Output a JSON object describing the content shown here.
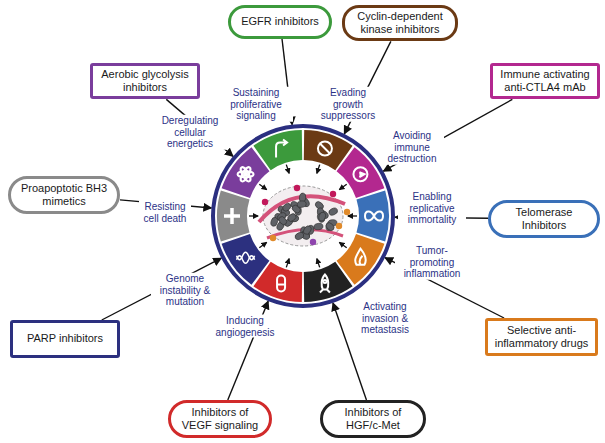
{
  "diagram": {
    "nodes": [
      {
        "text": [
          "EGFR inhibitors"
        ]
      },
      {
        "text": [
          "Cyclin-dependent kinase inhibitors"
        ]
      },
      {
        "text": [
          "Aerobic glycolysis inhibitors"
        ]
      },
      {
        "text": [
          "Immune activating anti-CTLA4 mAb"
        ]
      },
      {
        "text": [
          "Proapoptotic BH3 mimetics"
        ]
      },
      {
        "text": [
          "Telomerase Inhibitors"
        ]
      },
      {
        "text": [
          "PARP inhibitors"
        ]
      },
      {
        "text": [
          "Selective anti-inflammatory drugs"
        ]
      },
      {
        "text": [
          "Inhibitors of VEGF signaling"
        ]
      },
      {
        "text": [
          "Inhibitors of HGF/c-Met"
        ]
      },
      {
        "text": [
          "Sustaining proliferative signaling",
          "Evading growth suppressors",
          "Avoiding immune destruction",
          "Enabling replicative immortality",
          "Tumor-promoting inflammation",
          "Activating invasion & metastasis",
          "Inducing angiogenesis",
          "Genome instability & mutation",
          "Resisting cell death",
          "Deregulating cellular energetics"
        ]
      }
    ],
    "edges": [
      {
        "from": 0,
        "to": 10,
        "arrow": "to"
      },
      {
        "from": 1,
        "to": 10,
        "arrow": "to"
      },
      {
        "from": 2,
        "to": 10,
        "arrow": "to"
      },
      {
        "from": 3,
        "to": 10,
        "arrow": "to"
      },
      {
        "from": 4,
        "to": 10,
        "arrow": "to"
      },
      {
        "from": 5,
        "to": 10,
        "arrow": "to"
      },
      {
        "from": 6,
        "to": 10,
        "arrow": "to"
      },
      {
        "from": 7,
        "to": 10,
        "arrow": "to"
      },
      {
        "from": 8,
        "to": 10,
        "arrow": "to"
      },
      {
        "from": 9,
        "to": 10,
        "arrow": "to"
      }
    ]
  }
}
